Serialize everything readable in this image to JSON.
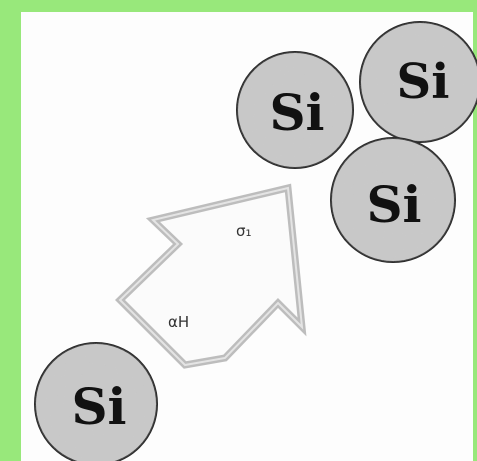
{
  "atoms": {
    "top_left": "Si",
    "top_right": "Si",
    "middle": "Si",
    "bottom": "Si"
  },
  "arrow": {
    "label_sigma": "σ₁",
    "label_alpha": "αH"
  },
  "colors": {
    "border": "#98e87b",
    "atom_fill": "#c8c8c8",
    "atom_stroke": "#2a2a2a",
    "arrow_stroke": "#bdbdbd"
  }
}
